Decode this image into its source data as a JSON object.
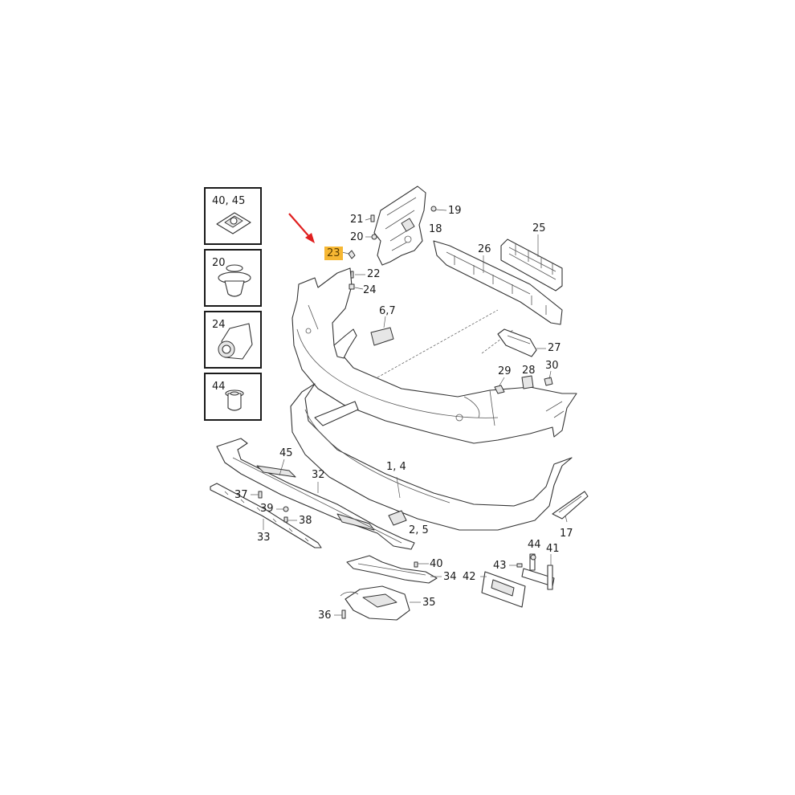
{
  "accent_color": "#f6b733",
  "arrow_color": "#e02020",
  "insets": [
    {
      "id": "inset-40-45",
      "label": "40, 45",
      "icon": "nut-clip-icon"
    },
    {
      "id": "inset-20",
      "label": "20",
      "icon": "push-rivet-icon"
    },
    {
      "id": "inset-24",
      "label": "24",
      "icon": "sensor-holder-icon"
    },
    {
      "id": "inset-44",
      "label": "44",
      "icon": "sleeve-nut-icon"
    }
  ],
  "callouts": {
    "c19": "19",
    "c21": "21",
    "c18": "18",
    "c20": "20",
    "c25": "25",
    "c23": "23",
    "c26": "26",
    "c22": "22",
    "c24": "24",
    "c67": "6,7",
    "c27": "27",
    "c29": "29",
    "c28": "28",
    "c30": "30",
    "c45": "45",
    "c14": "1, 4",
    "c32": "32",
    "c37": "37",
    "c39": "39",
    "c38": "38",
    "c33": "33",
    "c25b": "2, 5",
    "c17": "17",
    "c44": "44",
    "c41": "41",
    "c40": "40",
    "c43": "43",
    "c42": "42",
    "c34": "34",
    "c35": "35",
    "c36": "36"
  },
  "highlighted_callout": "23"
}
